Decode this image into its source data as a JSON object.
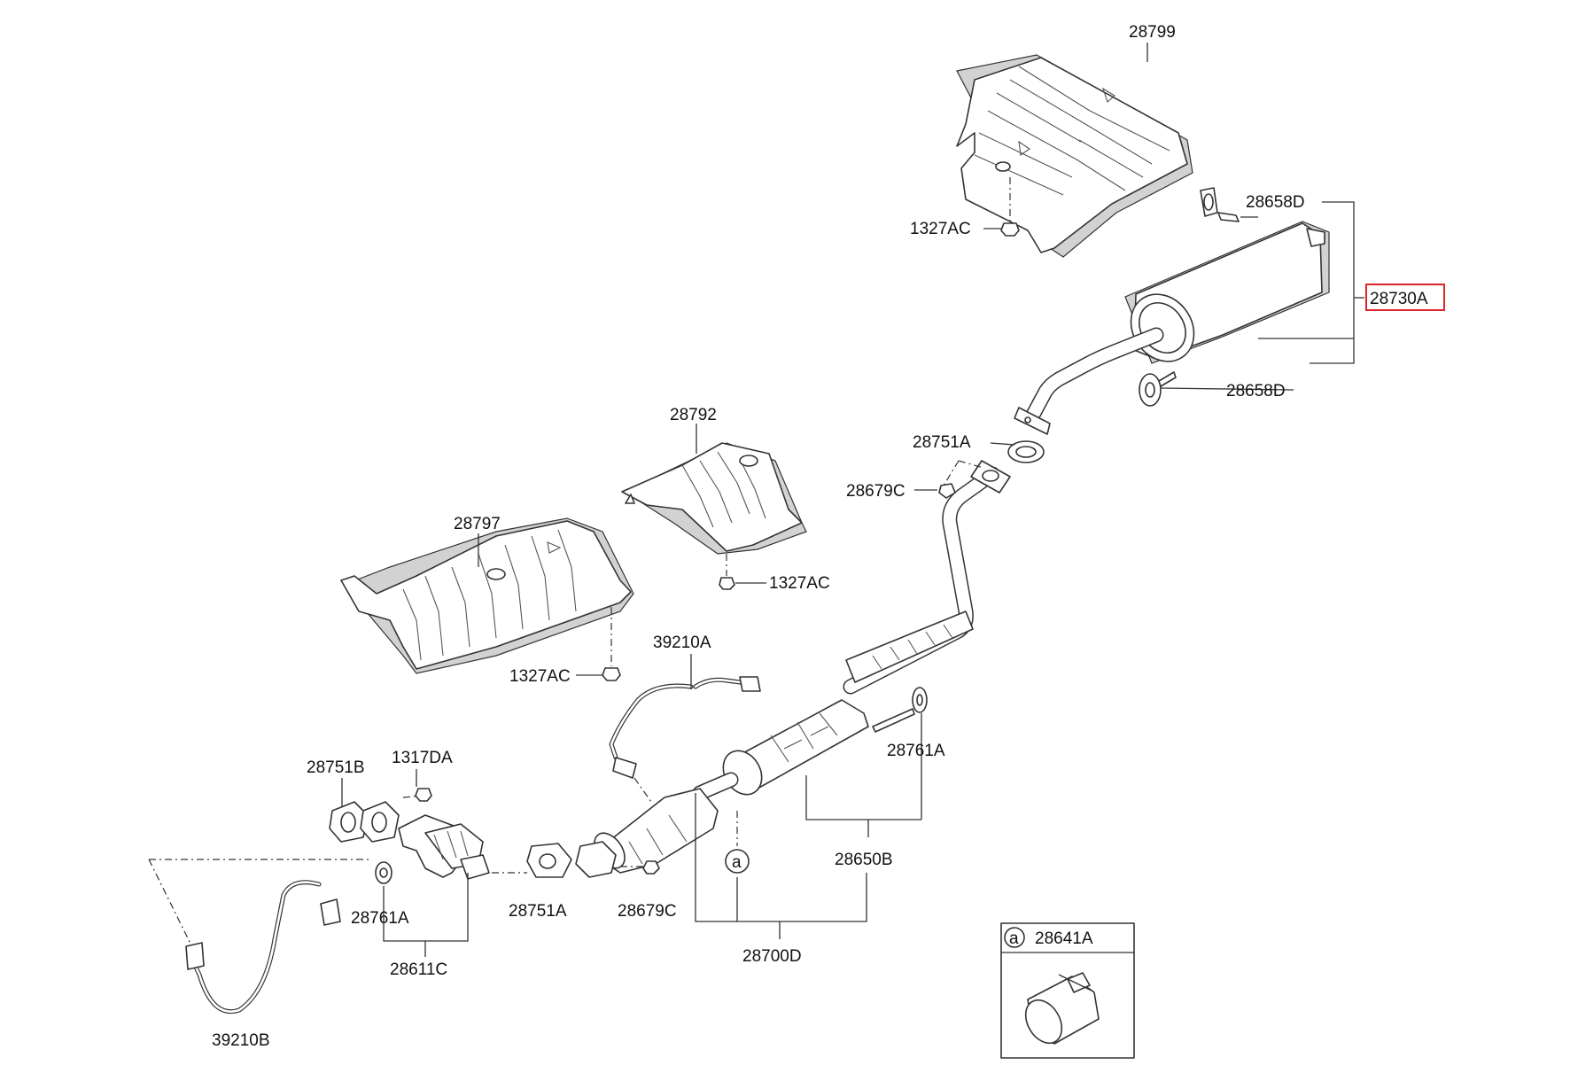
{
  "labels": {
    "heat_shield_rear": "28799",
    "nut_rear_shield": "1327AC",
    "hanger_top": "28658D",
    "muffler": "28730A",
    "hanger_bottom": "28658D",
    "heat_shield_center": "28792",
    "gasket_center_pipe": "28751A",
    "nut_center_pipe": "28679C",
    "nut_center_shield": "1327AC",
    "heat_shield_front": "28797",
    "nut_front_shield": "1327AC",
    "oxygen_sensor_upper": "39210A",
    "hanger_center": "28761A",
    "gasket_manifold": "28751B",
    "nut_manifold": "1317DA",
    "center_muffler_assy": "28650B",
    "gasket_front_pipe": "28751A",
    "nut_front_pipe": "28679C",
    "hanger_manifold": "28761A",
    "catalytic_converter": "28611C",
    "front_pipe_assy": "28700D",
    "oxygen_sensor_lower": "39210B"
  },
  "callout": {
    "letter": "a"
  },
  "inset": {
    "letter": "a",
    "part_number": "28641A"
  },
  "highlight": {
    "part": "28730A",
    "color": "#e0242b"
  }
}
